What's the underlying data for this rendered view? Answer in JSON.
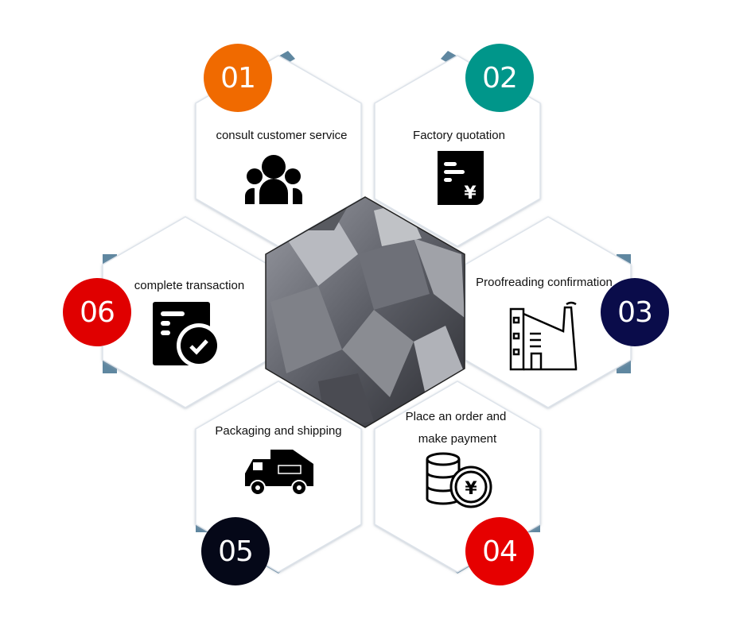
{
  "steps": [
    {
      "num": "01",
      "label": "consult customer service",
      "icon": "people-icon",
      "color": "#f06a00"
    },
    {
      "num": "02",
      "label": "Factory quotation",
      "icon": "invoice-yen-icon",
      "color": "#00968a"
    },
    {
      "num": "03",
      "label": "Proofreading confirmation",
      "icon": "factory-icon",
      "color": "#0a0c4a"
    },
    {
      "num": "04",
      "label_line1": "Place an order and",
      "label_line2": "make payment",
      "icon": "coins-yen-icon",
      "color": "#e60000"
    },
    {
      "num": "05",
      "label": "Packaging and shipping",
      "icon": "truck-icon",
      "color": "#050818"
    },
    {
      "num": "06",
      "label": "complete transaction",
      "icon": "document-check-icon",
      "color": "#e00000"
    }
  ],
  "colors": {
    "band": "#5f87a0",
    "hex_border": "#dde3ea"
  }
}
